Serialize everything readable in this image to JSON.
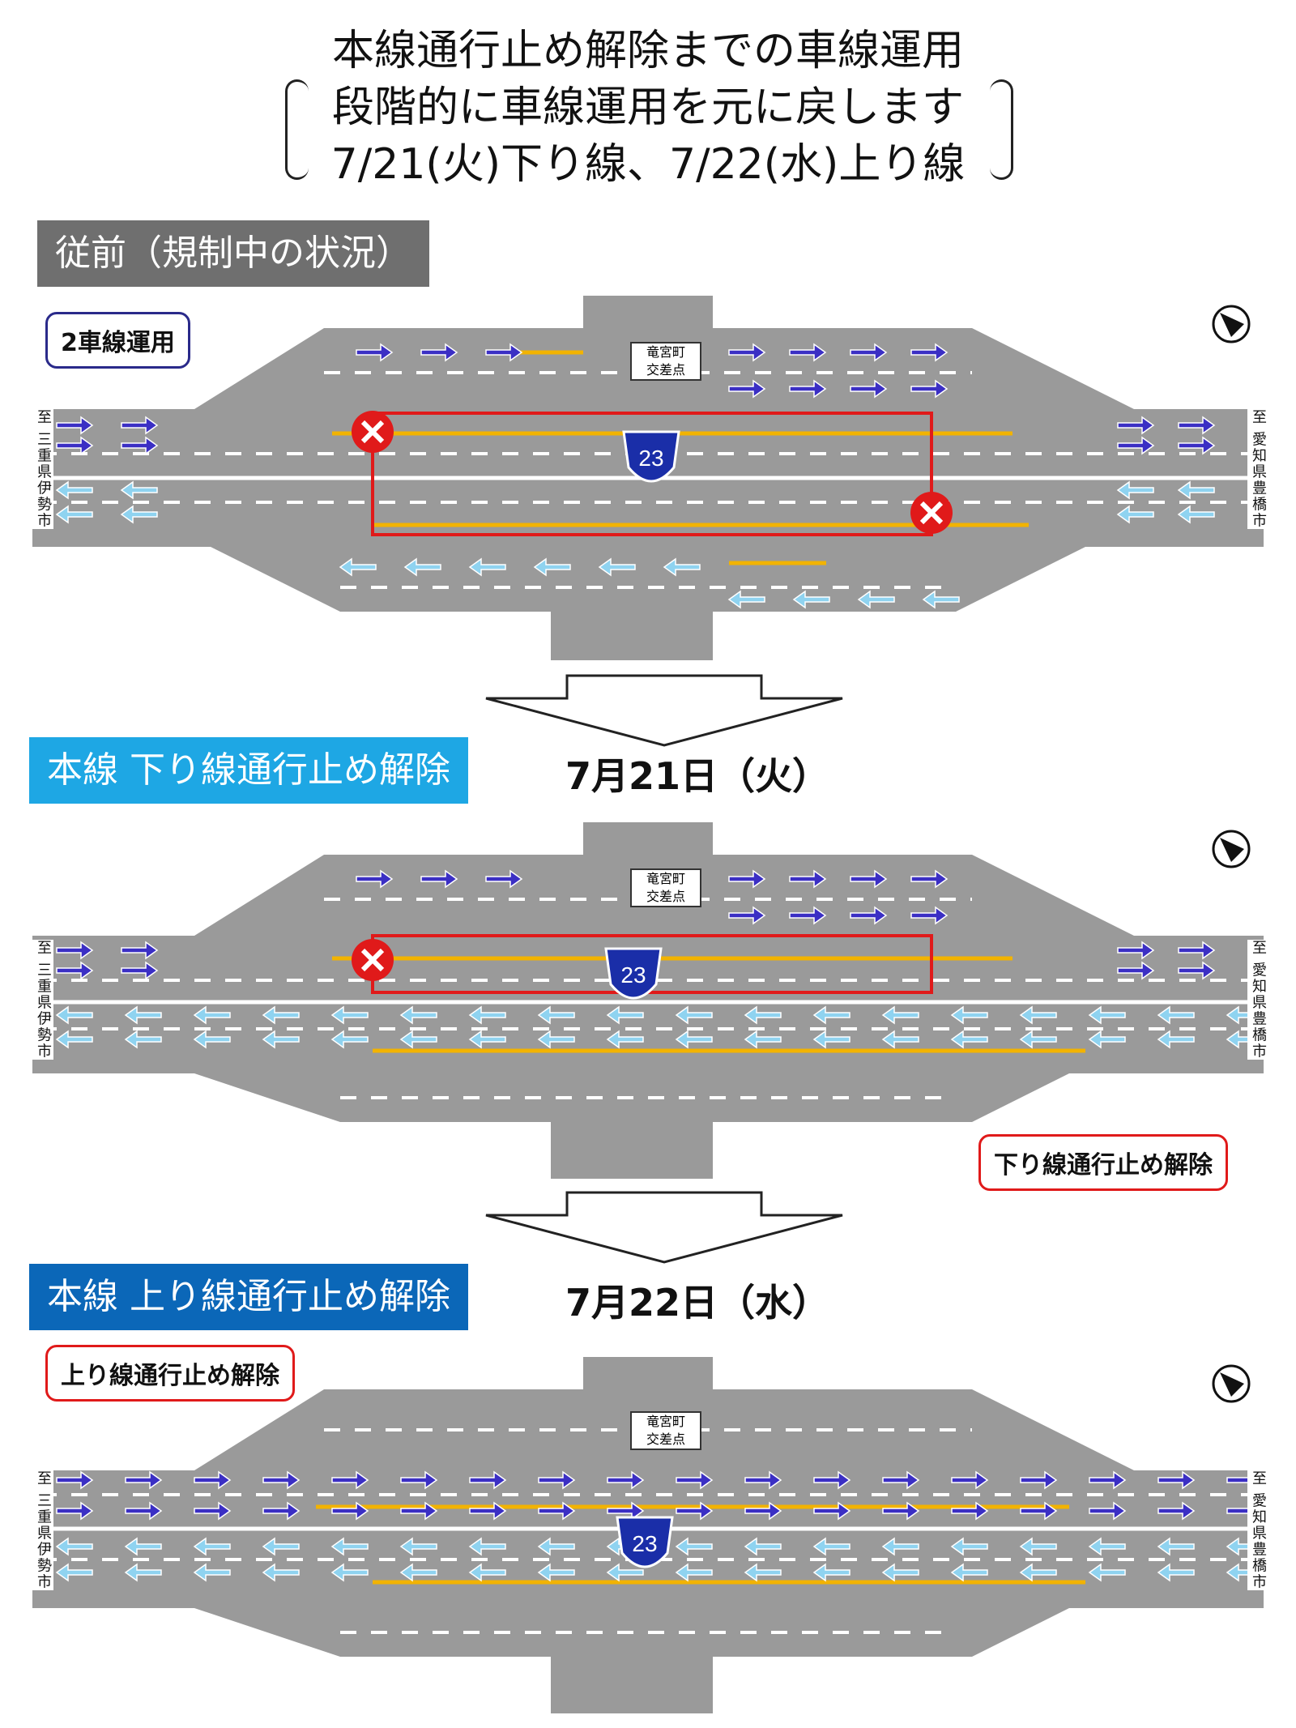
{
  "title": {
    "line1": "本線通行止め解除までの車線運用",
    "line2": "段階的に車線運用を元に戻します",
    "line3": "7/21(火)下り線、7/22(水)上り線"
  },
  "sections": [
    {
      "heading": "従前（規制中の状況）",
      "date": "",
      "heading_color": "#6f6f6f"
    },
    {
      "heading": "本線 下り線通行止め解除",
      "date": "7月21日（火）",
      "heading_color": "#1ea7e4"
    },
    {
      "heading": "本線 上り線通行止め解除",
      "date": "7月22日（水）",
      "heading_color": "#0b67b8"
    }
  ],
  "callouts": {
    "two_lane": "2車線運用",
    "down_open": "下り線通行止め解除",
    "up_open": "上り線通行止め解除"
  },
  "intersection": {
    "line1": "竜宮町",
    "line2": "交差点"
  },
  "route_shield": "23",
  "left_destination": "至 三重県伊勢市",
  "right_destination": "至 愛知県豊橋市",
  "colors": {
    "road": "#9a9a9a",
    "lane_yellow": "#f2b300",
    "arrow_dark": "#3b2fc4",
    "arrow_light": "#8fd3f0",
    "closure_red": "#e01a1a",
    "shield_blue": "#1a2ea8"
  }
}
